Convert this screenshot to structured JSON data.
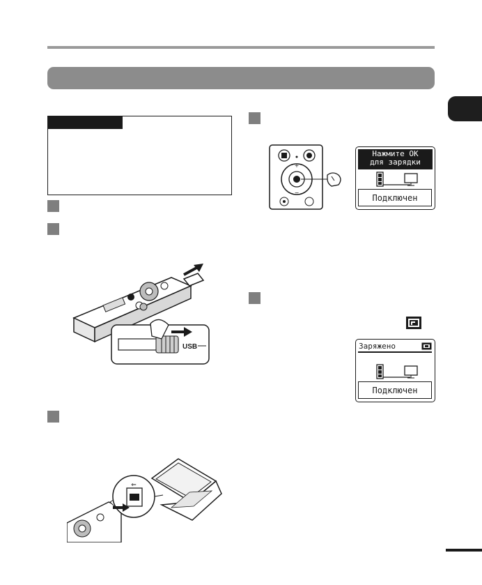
{
  "screen1": {
    "line1": "Нажмите OK",
    "line2": "для зарядки",
    "status": "Подключен"
  },
  "screen2": {
    "header": "Заряжено",
    "status": "Подключен"
  },
  "figure1": {
    "usb_label": "USB"
  },
  "icons": {
    "battery": "battery-full-icon",
    "monitor": "computer-monitor-icon",
    "hand": "pointing-hand-icon",
    "arrow": "slide-arrow-icon",
    "laptop": "laptop-icon"
  },
  "colors": {
    "title_bar": "#8c8c8c",
    "rule": "#9a9a9a",
    "step_marker": "#7f7f7f",
    "tab": "#1e1e1e"
  }
}
